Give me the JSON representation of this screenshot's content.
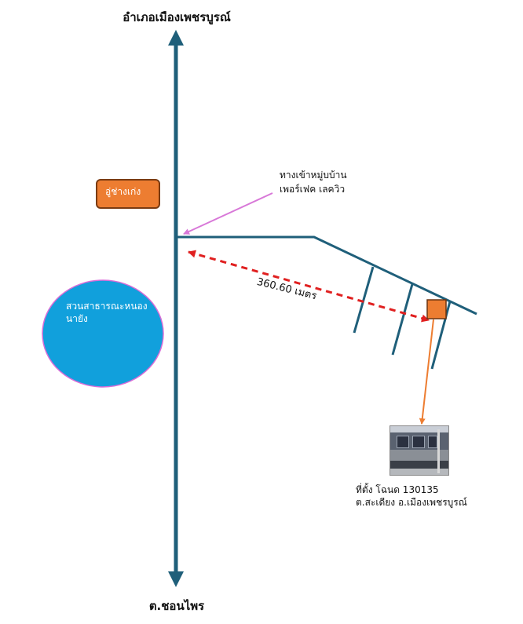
{
  "map": {
    "north_destination": "อำเภอเมืองเพชรบูรณ์",
    "south_destination": "ต.ชอนไพร",
    "landmark_garage": "อู่ช่างเก่ง",
    "landmark_park": "สวนสาธารณะหนองนายัง",
    "entrance_line1": "ทางเข้าหมู่บบ้าน",
    "entrance_line2": "เพอร์เฟค เลควิว",
    "distance_label": "360.60 เมตร",
    "location_line1": "ที่ตั้ง  โฉนด  130135",
    "location_line2": "ต.สะเดียง อ.เมืองเพชรบูรณ์"
  },
  "colors": {
    "road": "#1f5f7a",
    "garage": "#ed7d31",
    "park_fill": "#11a0dc",
    "park_border": "#d86cd8",
    "entrance_arrow": "#d878d8",
    "distance_arrow": "#e02020",
    "site_marker": "#ed7d31"
  },
  "icons": {
    "site": "orange-square-marker",
    "photo": "townhouse-photo"
  }
}
